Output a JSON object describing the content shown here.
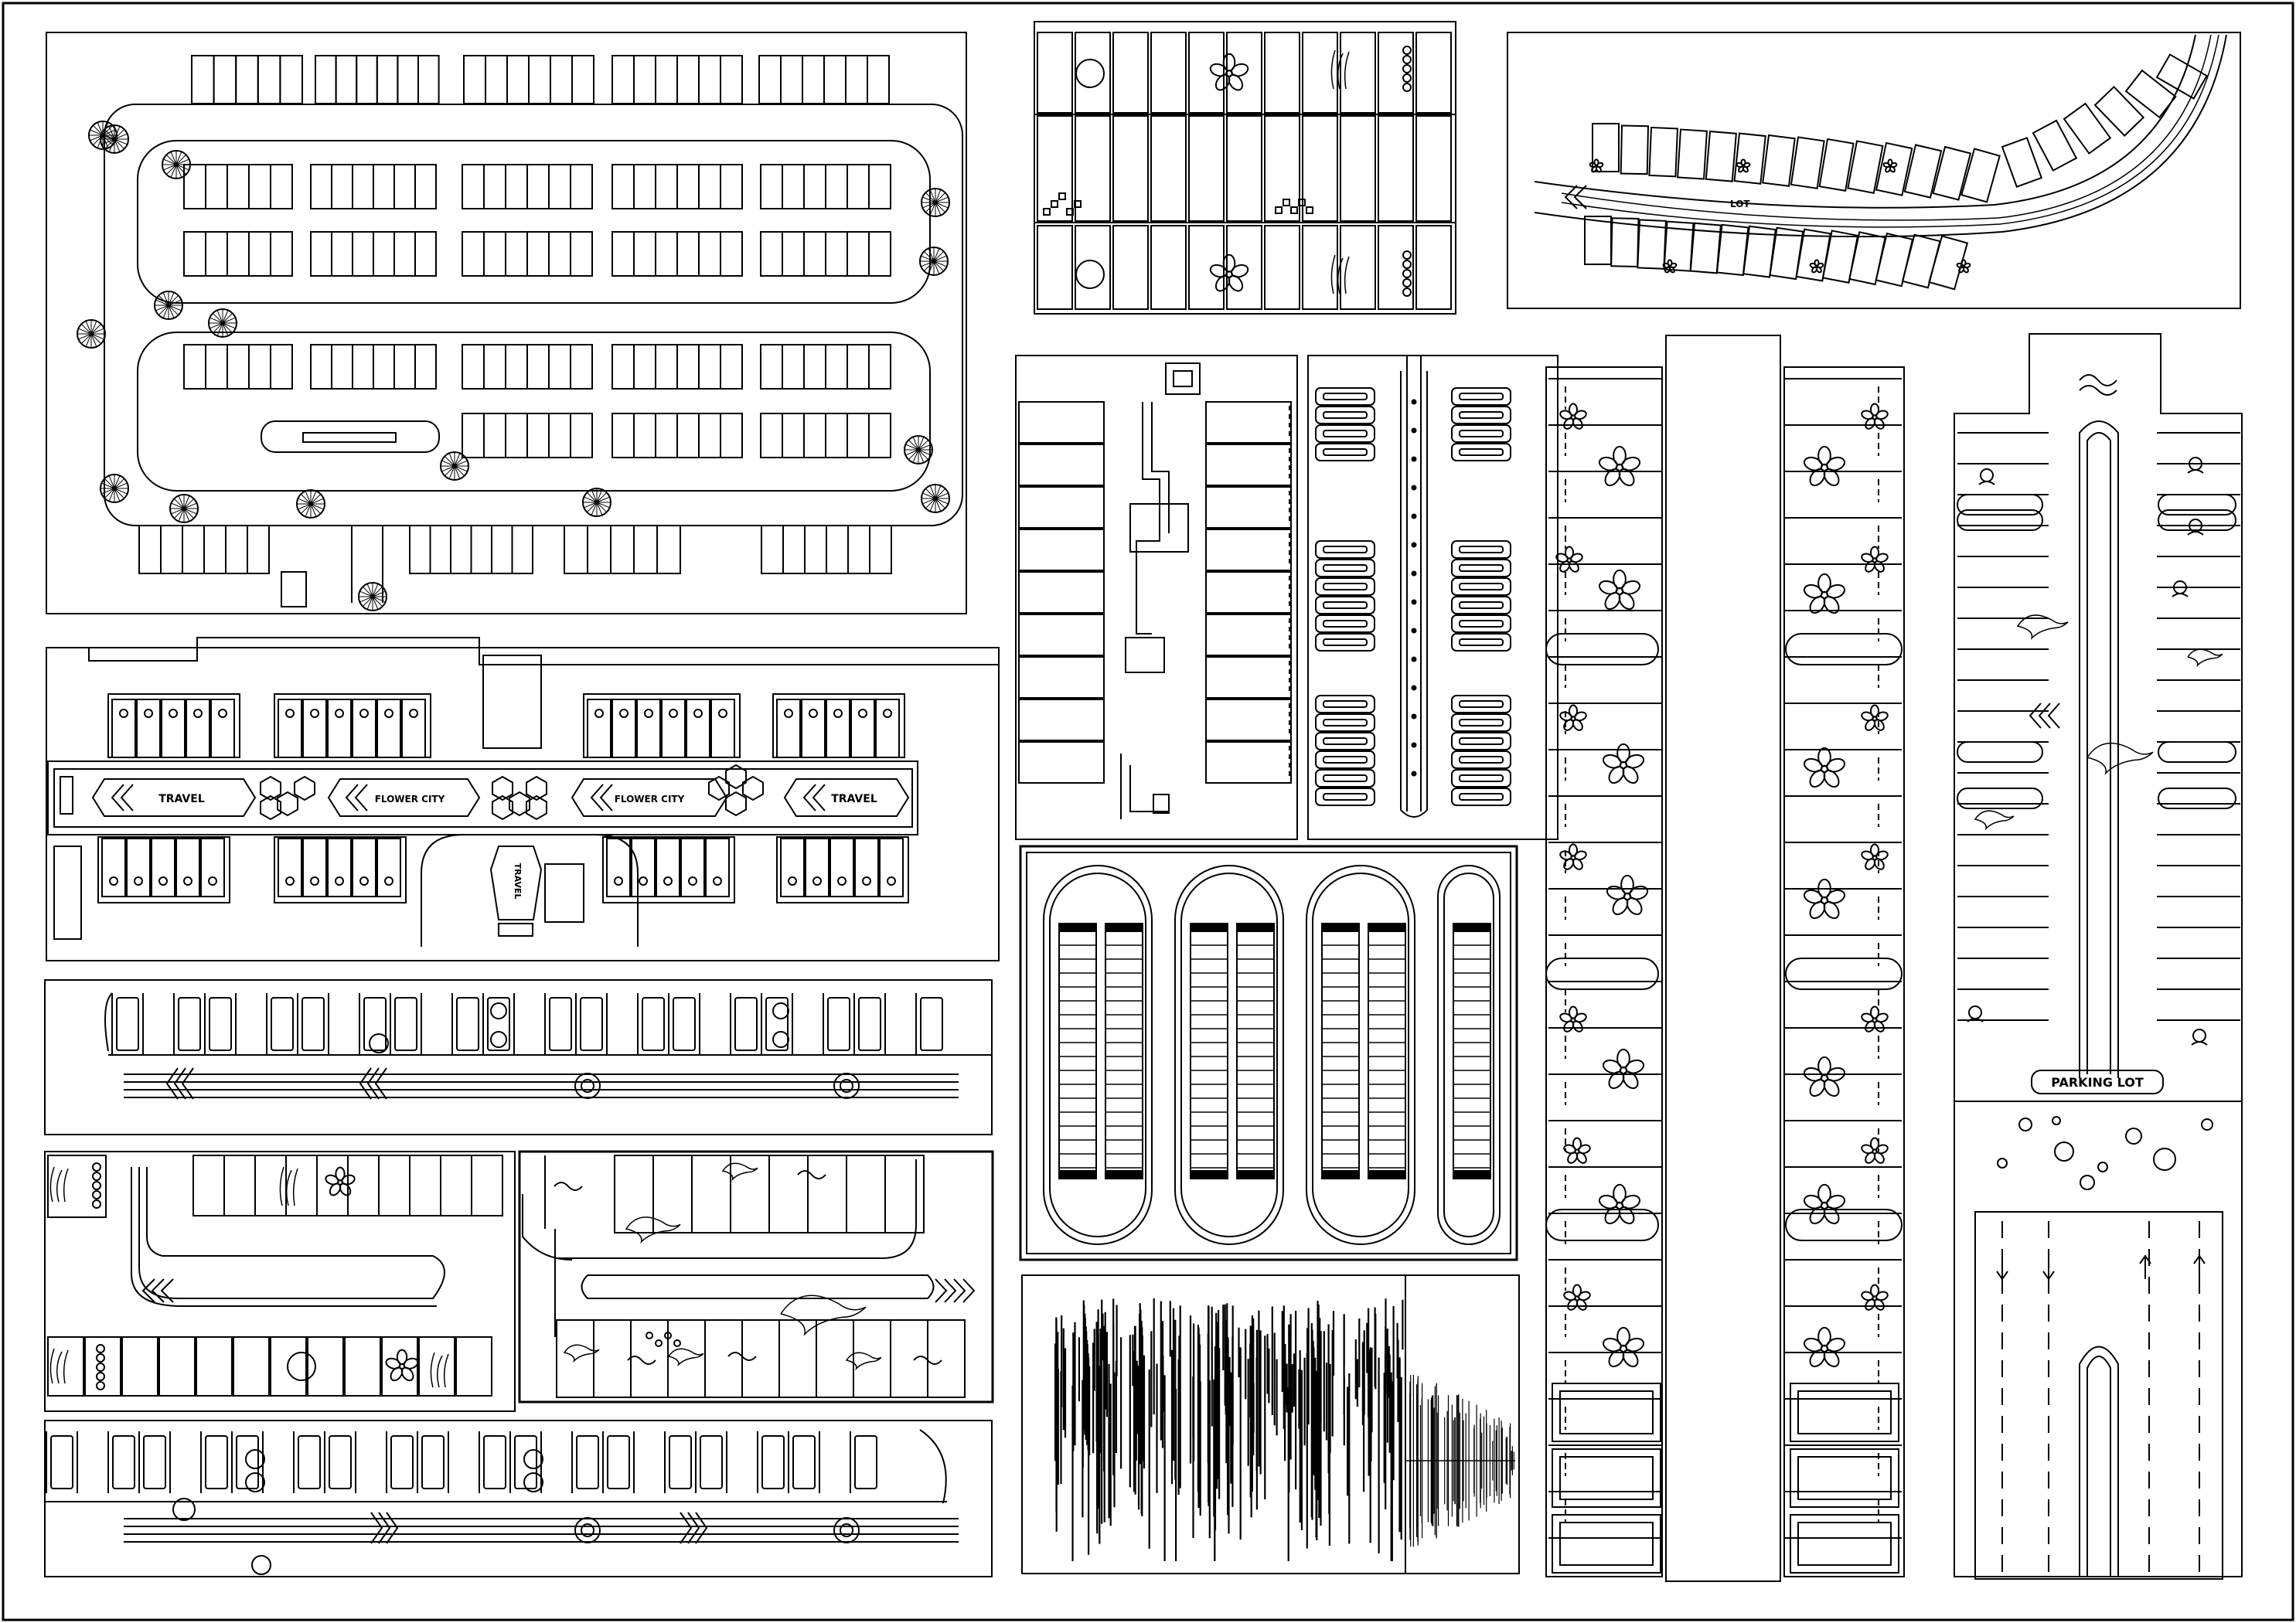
{
  "sheet": {
    "title": "",
    "stroke_color": "#000000",
    "background_color": "#ffffff"
  },
  "labels": {
    "travel_left": "TRAVEL",
    "flower_city_left": "FLOWER CITY",
    "flower_city_right": "FLOWER CITY",
    "travel_right": "TRAVEL",
    "travel_vertical": "TRAVEL",
    "parking_lot": "PARKING LOT",
    "curved_lot_text": "LOT"
  },
  "plans": [
    {
      "name": "rectangular-loop-lot",
      "feature": "tree-symbols"
    },
    {
      "name": "vertical-strip-decor-lot",
      "feature": "flower-and-leaf-motifs"
    },
    {
      "name": "curved-street-lot",
      "feature": "curved-road"
    },
    {
      "name": "flower-city-travel-lot",
      "feature": "hexagon-islands"
    },
    {
      "name": "street-parking-strip-a",
      "feature": "chevron-arrows"
    },
    {
      "name": "vertical-building-layout",
      "feature": "tall-building"
    },
    {
      "name": "narrow-bay-lot",
      "feature": "center-divider"
    },
    {
      "name": "flower-parking-corridor",
      "feature": "flower-motifs"
    },
    {
      "name": "marine-parking-corridor",
      "feature": "dolphins-and-bubbles"
    },
    {
      "name": "pill-loop-lot",
      "feature": "four-pill-islands"
    },
    {
      "name": "leaf-decor-lot",
      "feature": "leaf-motifs"
    },
    {
      "name": "dolphin-lot",
      "feature": "dolphin-motifs"
    },
    {
      "name": "noise-texture-panel",
      "feature": "line-texture"
    },
    {
      "name": "street-parking-strip-b",
      "feature": "chevron-arrows"
    }
  ]
}
